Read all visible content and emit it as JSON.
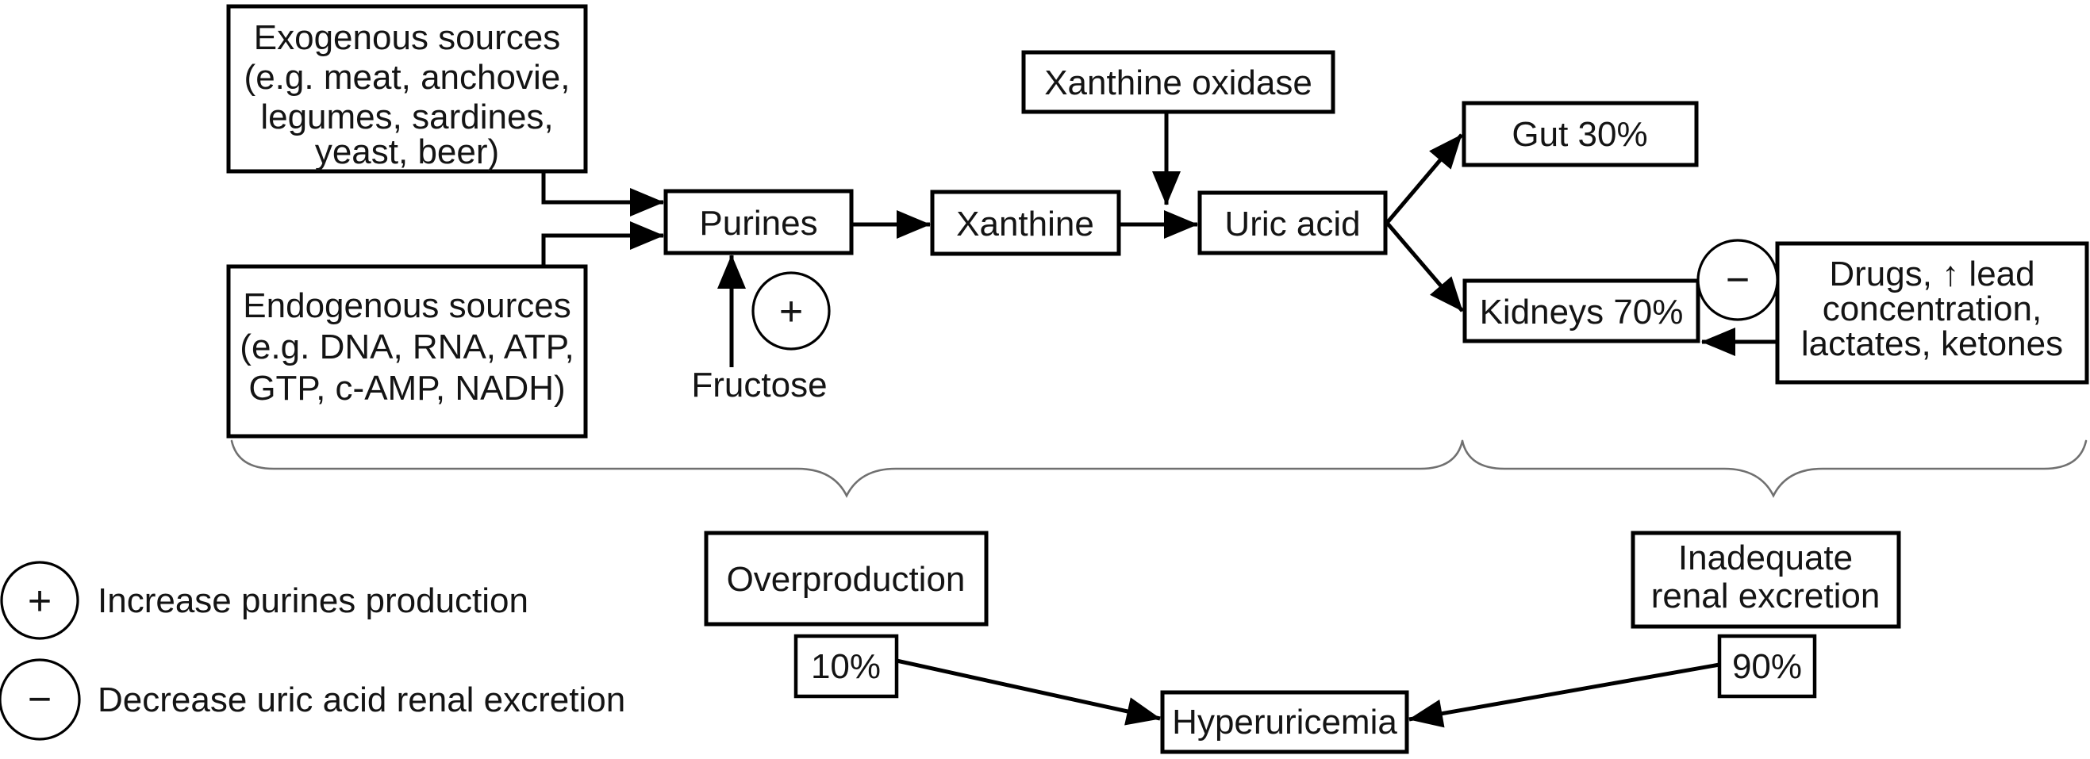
{
  "figure": {
    "background": "#ffffff",
    "ink_color": "#000000",
    "brace_color": "#707070",
    "nodes": {
      "exogenous": {
        "lines": [
          "Exogenous sources",
          "(e.g. meat, anchovie,",
          "legumes, sardines,",
          "yeast, beer)"
        ]
      },
      "endogenous": {
        "lines": [
          "Endogenous sources",
          "(e.g. DNA, RNA, ATP,",
          "GTP, c-AMP, NADH)"
        ]
      },
      "purines": {
        "label": "Purines"
      },
      "fructose": {
        "label": "Fructose"
      },
      "xanthine_oxidase": {
        "label": "Xanthine oxidase"
      },
      "xanthine": {
        "label": "Xanthine"
      },
      "uric_acid": {
        "label": "Uric acid"
      },
      "gut": {
        "label": "Gut 30%"
      },
      "kidneys": {
        "label": "Kidneys 70%"
      },
      "drugs": {
        "lines": [
          "Drugs, ↑ lead",
          "concentration,",
          "lactates, ketones"
        ]
      },
      "overproduction": {
        "label": "Overproduction"
      },
      "overproduction_pct": {
        "label": "10%"
      },
      "inadequate": {
        "lines": [
          "Inadequate",
          "renal excretion"
        ]
      },
      "inadequate_pct": {
        "label": "90%"
      },
      "hyperuricemia": {
        "label": "Hyperuricemia"
      }
    },
    "symbols": {
      "plus": "+",
      "minus": "−"
    },
    "legend": {
      "plus_label": "Increase purines production",
      "minus_label": "Decrease uric acid renal excretion"
    }
  }
}
